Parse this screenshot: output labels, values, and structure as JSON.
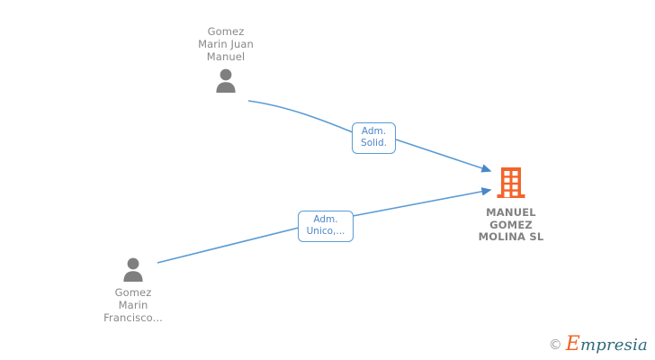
{
  "diagram": {
    "type": "org-relationship-graph",
    "background_color": "#ffffff",
    "nodes": [
      {
        "id": "person-gomez-marin-juan-manuel",
        "kind": "person",
        "label": "Gomez\nMarin Juan\nManuel",
        "icon": "person-icon",
        "icon_color": "#7f7f7f",
        "label_color": "#888888",
        "label_position": "above"
      },
      {
        "id": "person-gomez-marin-francisco",
        "kind": "person",
        "label": "Gomez\nMarin\nFrancisco...",
        "icon": "person-icon",
        "icon_color": "#7f7f7f",
        "label_color": "#888888",
        "label_position": "below"
      },
      {
        "id": "company-manuel-gomez-molina-sl",
        "kind": "company",
        "label": "MANUEL\nGOMEZ\nMOLINA SL",
        "icon": "building-icon",
        "icon_color": "#f4632a",
        "label_color": "#808080"
      }
    ],
    "edges": [
      {
        "id": "edge-adm-solid",
        "from": "person-gomez-marin-juan-manuel",
        "to": "company-manuel-gomez-molina-sl",
        "label": "Adm.\nSolid.",
        "color": "#5b9bd5",
        "arrow": true
      },
      {
        "id": "edge-adm-unico",
        "from": "person-gomez-marin-francisco",
        "to": "company-manuel-gomez-molina-sl",
        "label": "Adm.\nUnico,...",
        "color": "#5b9bd5",
        "arrow": true
      }
    ]
  },
  "watermark": {
    "copyright_symbol": "©",
    "brand_initial": "E",
    "brand_rest": "mpresia",
    "initial_color": "#f26122",
    "rest_color": "#2f6b7a"
  }
}
